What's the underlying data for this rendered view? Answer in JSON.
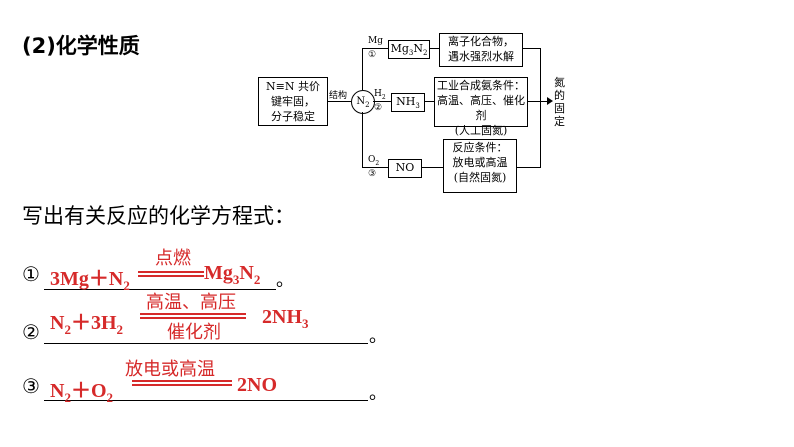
{
  "title": "(2)化学性质",
  "diagram": {
    "left_box": [
      "N≡N 共价",
      "键牢固，",
      "分子稳定"
    ],
    "structure_label": "结构",
    "center": "N",
    "center_sub": "2",
    "branches": [
      {
        "reagent": "Mg",
        "num": "①",
        "product": "Mg",
        "product_sub1": "3",
        "product_mid": "N",
        "product_sub2": "2",
        "note": [
          "离子化合物，",
          "遇水强烈水解"
        ]
      },
      {
        "reagent": "H",
        "reagent_sub": "2",
        "num": "②",
        "product": "NH",
        "product_sub1": "3",
        "note": [
          "工业合成氨条件：",
          "高温、高压、催化剂",
          "(人工固氮)"
        ]
      },
      {
        "reagent": "O",
        "reagent_sub": "2",
        "num": "③",
        "product": "NO",
        "note": [
          "反应条件：",
          "放电或高温",
          "(自然固氮)"
        ]
      }
    ],
    "side_label": "氮的固定"
  },
  "prompt": "写出有关反应的化学方程式：",
  "equations": [
    {
      "num": "①",
      "lhs": "3Mg＋N",
      "lhs_sub": "2",
      "cond": "点燃",
      "rhs": "Mg",
      "rhs_sub1": "3",
      "rhs_mid": "N",
      "rhs_sub2": "2",
      "end": "。"
    },
    {
      "num": "②",
      "lhs": "N",
      "lhs_sub": "2",
      "lhs2": "＋3H",
      "lhs2_sub": "2",
      "cond_top": "高温、高压",
      "cond_bottom": "催化剂",
      "rhs": "2NH",
      "rhs_sub": "3",
      "end": "。"
    },
    {
      "num": "③",
      "lhs": "N",
      "lhs_sub": "2",
      "lhs2": "＋O",
      "lhs2_sub": "2",
      "cond": "放电或高温",
      "rhs": "2NO",
      "end": "。"
    }
  ]
}
